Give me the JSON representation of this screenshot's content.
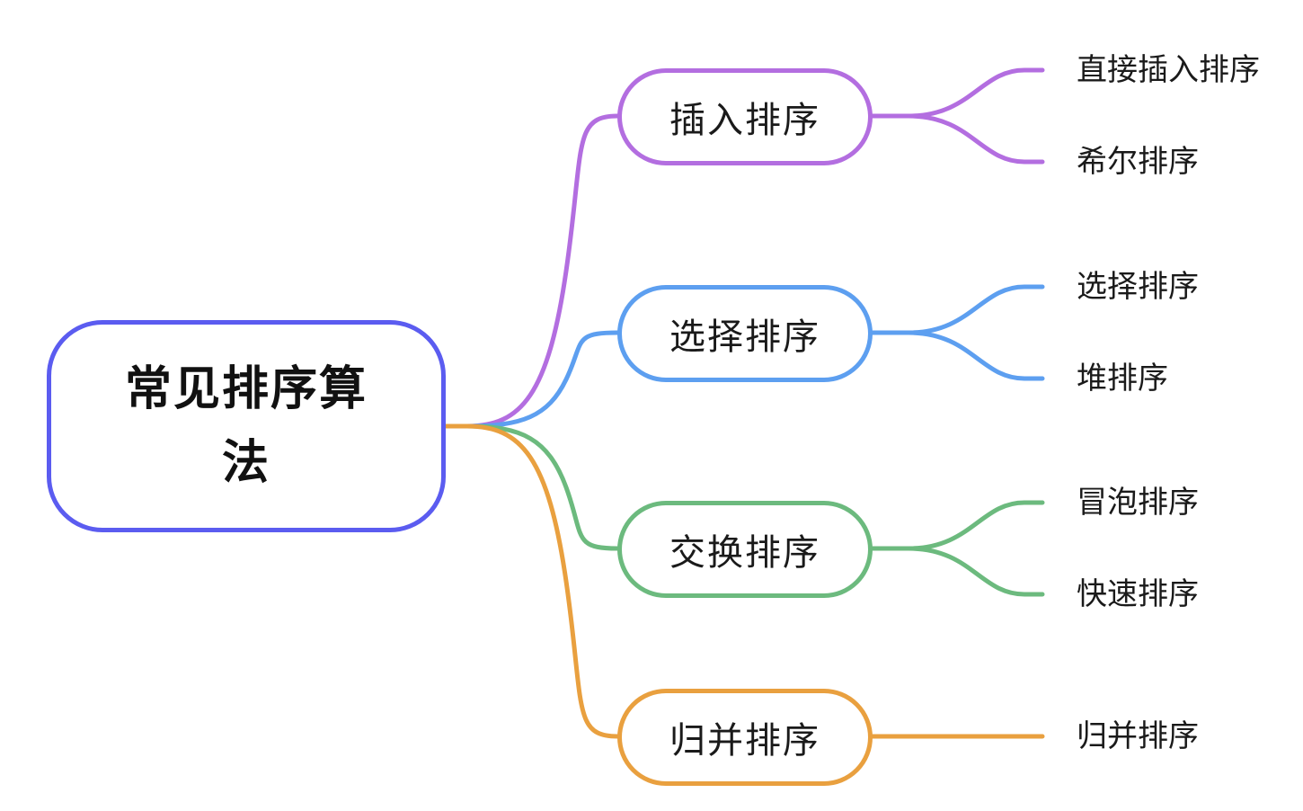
{
  "root": {
    "label": "常见排序算法",
    "color": "#5b5cf0"
  },
  "branches": [
    {
      "label": "插入排序",
      "color": "#b36ee0",
      "children": [
        "直接插入排序",
        "希尔排序"
      ]
    },
    {
      "label": "选择排序",
      "color": "#5d9ff0",
      "children": [
        "选择排序",
        "堆排序"
      ]
    },
    {
      "label": "交换排序",
      "color": "#6cba7e",
      "children": [
        "冒泡排序",
        "快速排序"
      ]
    },
    {
      "label": "归并排序",
      "color": "#e9a03f",
      "children": [
        "归并排序"
      ]
    }
  ]
}
